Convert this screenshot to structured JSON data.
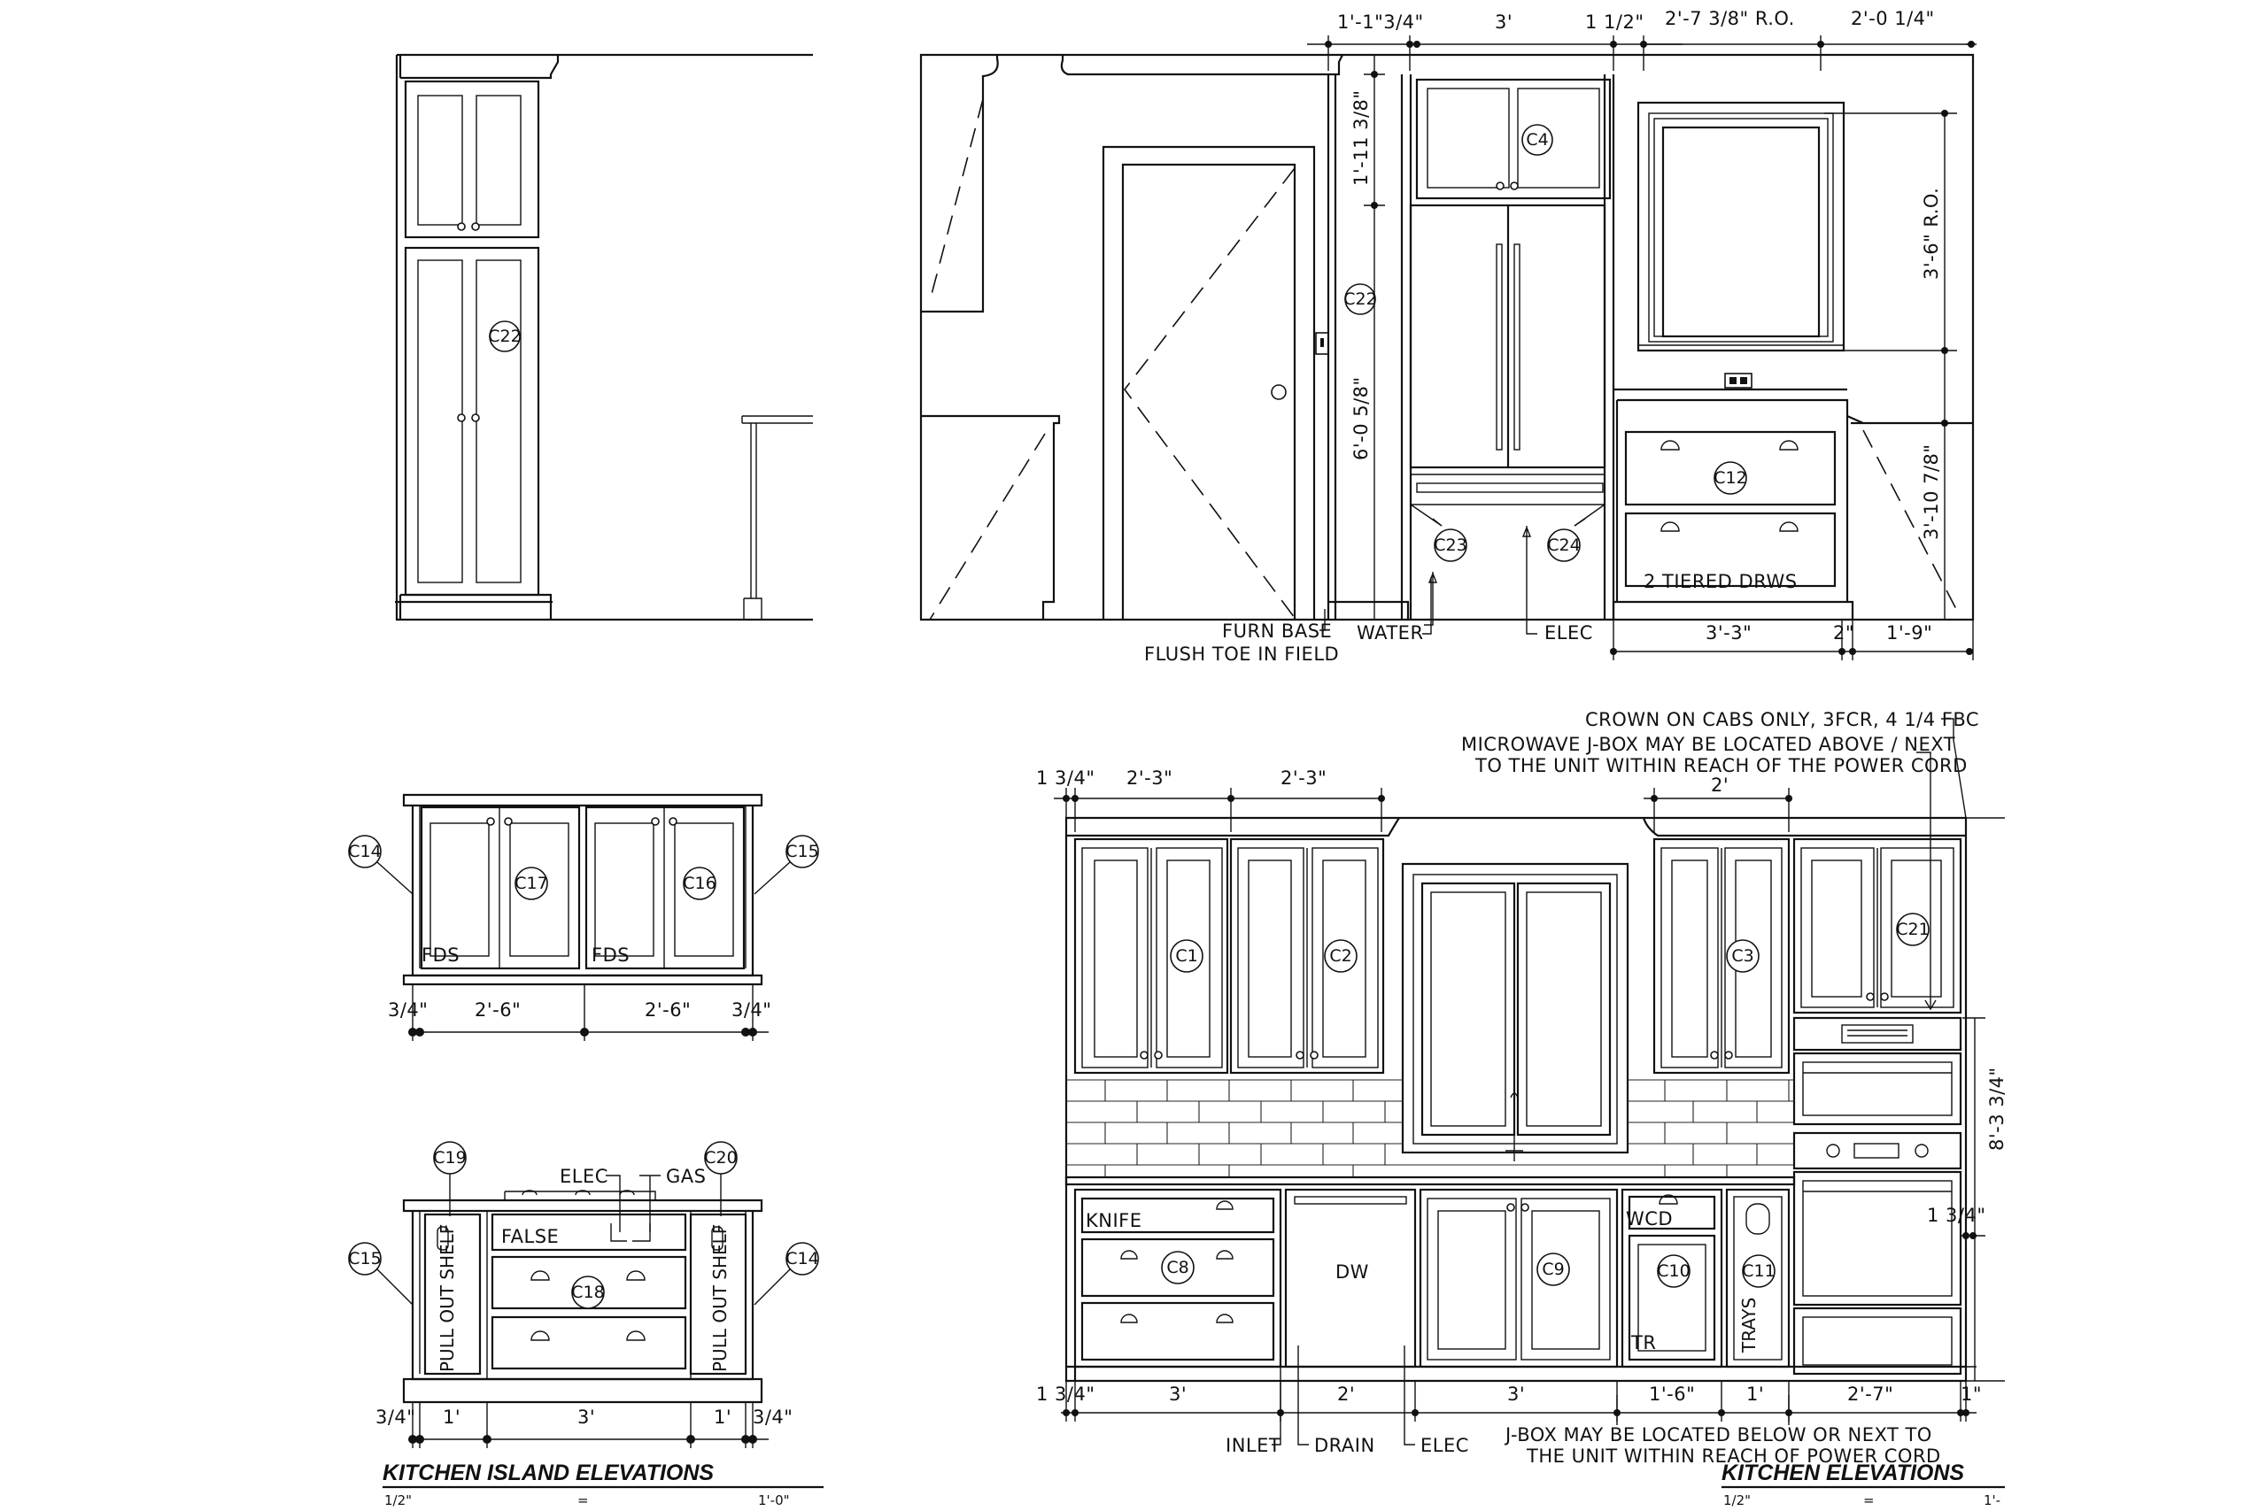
{
  "titles": {
    "island": "KITCHEN ISLAND ELEVATIONS",
    "kitchen": "KITCHEN ELEVATIONS",
    "scale_left": "1/2\"",
    "scale_eq": "=",
    "scale_right": "1'-0\"",
    "scale_left2": "1/2\"",
    "scale_eq2": "=",
    "scale_right2": "1'-"
  },
  "tags": {
    "c1": "C1",
    "c2": "C2",
    "c3": "C3",
    "c4": "C4",
    "c8": "C8",
    "c9": "C9",
    "c10": "C10",
    "c11": "C11",
    "c12": "C12",
    "c14a": "C14",
    "c14b": "C14",
    "c15a": "C15",
    "c15b": "C15",
    "c16": "C16",
    "c17": "C17",
    "c18": "C18",
    "c19": "C19",
    "c20": "C20",
    "c21": "C21",
    "c22a": "C22",
    "c22b": "C22",
    "c23": "C23",
    "c24": "C24"
  },
  "top_wall": {
    "dim_top_1": "1'-1\"3/4\"",
    "dim_top_2": "3'",
    "dim_top_3": "1 1/2\"",
    "dim_top_4": "2'-7 3/8\" R.O.",
    "dim_top_5": "2'-0 1/4\"",
    "dim_v_1": "1'-11 3/8\"",
    "dim_v_2": "6'-0 5/8\"",
    "dim_v_3": "3'-6\" R.O.",
    "dim_v_4": "3'-10 7/8\"",
    "dim_bot_1": "3'-3\"",
    "dim_bot_2": "2\"",
    "dim_bot_3": "1'-9\"",
    "note_furn": "FURN BASE",
    "note_toe": "FLUSH TOE IN FIELD",
    "note_water": "WATER",
    "note_elec": "ELEC",
    "note_drws": "2 TIERED DRWS"
  },
  "island": {
    "dim_1": "3/4\"",
    "dim_2": "2'-6\"",
    "dim_3": "2'-6\"",
    "dim_4": "3/4\"",
    "fds_1": "FDS",
    "fds_2": "FDS",
    "elec": "ELEC",
    "gas": "GAS",
    "false_front": "FALSE",
    "pull_out_1": "PULL OUT SHELF",
    "pull_out_2": "PULL OUT SHELF",
    "dim_b1": "3/4\"",
    "dim_b2": "1'",
    "dim_b3": "3'",
    "dim_b4": "1'",
    "dim_b5": "3/4\""
  },
  "kitchen": {
    "note_crown": "CROWN ON CABS ONLY, 3FCR, 4 1/4 FBC",
    "note_mw1": "MICROWAVE J-BOX MAY BE LOCATED ABOVE / NEXT",
    "note_mw2": "TO THE UNIT WITHIN REACH OF THE POWER CORD",
    "dim_t1": "1 3/4\"",
    "dim_t2": "2'-3\"",
    "dim_t3": "2'-3\"",
    "dim_t4": "2'",
    "dim_v1": "8'-3 3/4\"",
    "dim_v2": "1 3/4\"",
    "knife": "KNIFE",
    "dw": "DW",
    "wcd": "WCD",
    "tr": "TR",
    "trays": "TRAYS",
    "dim_b1": "1 3/4\"",
    "dim_b2": "3'",
    "dim_b3": "2'",
    "dim_b4": "3'",
    "dim_b5": "1'-6\"",
    "dim_b6": "1'",
    "dim_b7": "2'-7\"",
    "dim_b8": "1\"",
    "note_inlet": "INLET",
    "note_drain": "DRAIN",
    "note_elec": "ELEC",
    "note_jbox1": "J-BOX MAY BE LOCATED BELOW OR NEXT TO",
    "note_jbox2": "THE UNIT WITHIN REACH OF POWER CORD"
  }
}
